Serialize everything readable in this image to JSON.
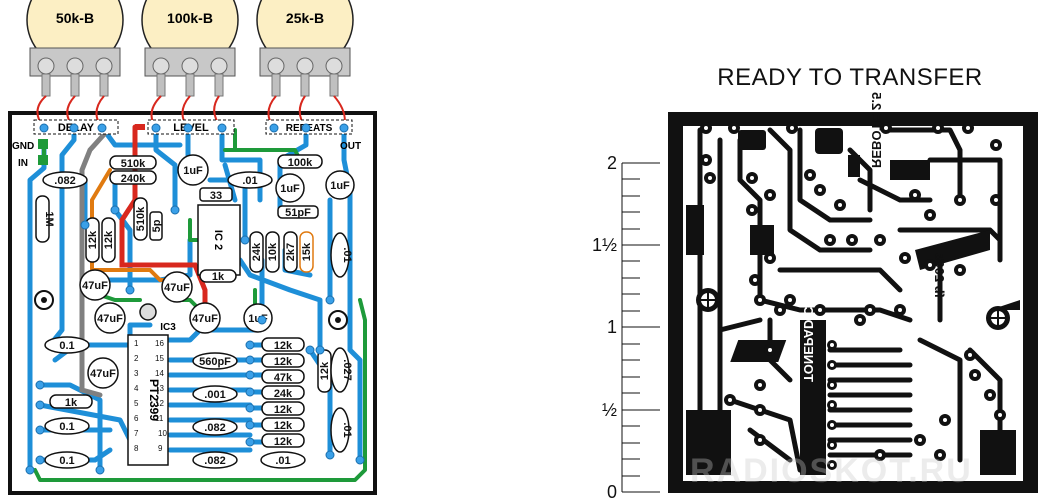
{
  "pots": [
    "50k-B",
    "100k-B",
    "25k-B"
  ],
  "controls": {
    "delay": "DELAY",
    "level": "LEVEL",
    "repeats": "REPEATS"
  },
  "io": {
    "gnd": "GND",
    "in": "IN",
    "out": "OUT"
  },
  "ic_labels": {
    "ic2": "IC 2",
    "ic3": "IC3",
    "pt": "PT2399"
  },
  "pin_numbers_left": [
    "1",
    "2",
    "3",
    "4",
    "5",
    "6",
    "7",
    "8"
  ],
  "pin_numbers_right": [
    "16",
    "15",
    "14",
    "13",
    "12",
    "11",
    "10",
    "9"
  ],
  "resistors": {
    "r510k_top": "510k",
    "r240k": "240k",
    "r100k": "100k",
    "r510k_v": "510k",
    "r12k_a": "12k",
    "r12k_b": "12k",
    "r1M": "1M",
    "r1k_ic2": "1k",
    "r24k_v": "24k",
    "r10k": "10k",
    "r2k7": "2k7",
    "r15k": "15k",
    "r12k_1": "12k",
    "r12k_2": "12k",
    "r47k": "47k",
    "r24k_h": "24k",
    "r12k_3": "12k",
    "r12k_4": "12k",
    "r12k_5": "12k",
    "r12k_v": "12k",
    "r1k_low": "1k"
  },
  "capacitors": {
    "c082_top": ".082",
    "c1uF_a": "1uF",
    "c33": "33",
    "c01_top": ".01",
    "c1uF_b": "1uF",
    "c1uF_c": "1uF",
    "c5p": "5p",
    "c51pF": "51pF",
    "c47uF_a": "47uF",
    "c47uF_b": "47uF",
    "c47uF_c": "47uF",
    "c47uF_d": "47uF",
    "c47uF_e": "47uF",
    "c1uF_d": "1uF",
    "c01_v": ".01",
    "c0_1_a": "0.1",
    "c560pF": "560pF",
    "c001": ".001",
    "c027": ".027",
    "c082_mid": ".082",
    "c01_v2": ".01",
    "c0_1_b": "0.1",
    "c082_low": ".082",
    "c01_low": ".01",
    "c0_1_c": "0.1"
  },
  "copper_text": {
    "name": "REBOTE 2.5",
    "date": "fb 2005",
    "site": "TONEPAD.COM"
  },
  "title": "READY TO TRANSFER",
  "ruler": {
    "labels": [
      "2",
      "1½",
      "1",
      "½",
      "0"
    ]
  },
  "watermark": "RADIOSKOT.RU",
  "colors": {
    "trace_blue": "#1e8fd8",
    "pad_blue": "#3aa0e8",
    "jumper_red": "#d8281e",
    "jumper_orange": "#e07a10",
    "jumper_green": "#1e9a3a",
    "jumper_gray": "#808080"
  }
}
